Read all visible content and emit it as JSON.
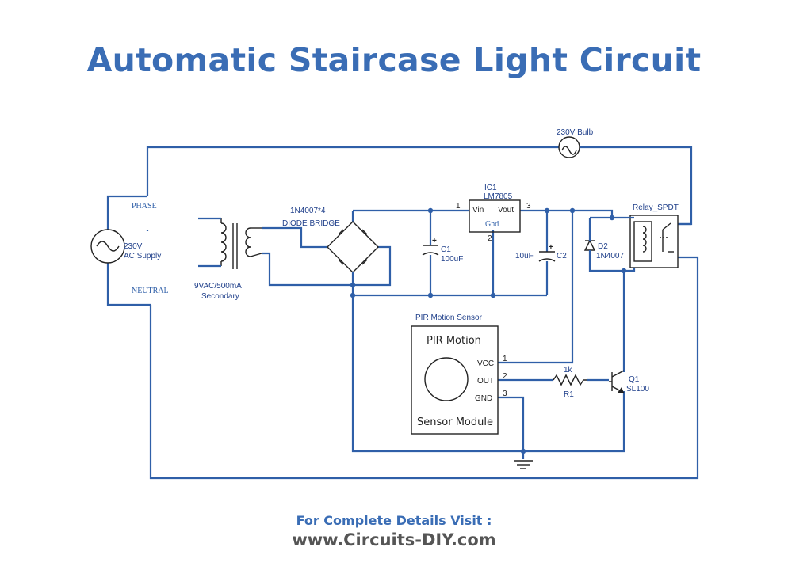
{
  "title": "Automatic Staircase Light Circuit",
  "footer": {
    "line1": "For Complete Details Visit :",
    "line2": "www.Circuits-DIY.com"
  },
  "labels": {
    "bulb": "230V Bulb",
    "phase": "PHASE",
    "neutral": "NEUTRAL",
    "ac_volt": "230V",
    "ac_supply": "AC Supply",
    "transformer_1": "9VAC/500mA",
    "transformer_2": "Secondary",
    "bridge_1": "1N4007*4",
    "bridge_2": "DIODE BRIDGE",
    "ic1": "IC1",
    "ic1_part": "LM7805",
    "vin": "Vin",
    "vout": "Vout",
    "gnd": "Gnd",
    "pin1": "1",
    "pin2": "2",
    "pin3": "3",
    "c1": "C1",
    "c1_val": "100uF",
    "c2": "C2",
    "c2_val": "10uF",
    "relay": "Relay_SPDT",
    "d2": "D2",
    "d2_part": "1N4007",
    "pir_caption": "PIR Motion Sensor",
    "pir_title": "PIR Motion",
    "pir_sub": "Sensor Module",
    "vcc": "VCC",
    "out": "OUT",
    "gnd_pin": "GND",
    "r1": "R1",
    "r1_val": "1k",
    "q1": "Q1",
    "q1_part": "SL100"
  },
  "colors": {
    "title": "#3a6db5",
    "wire": "#2f5fa8",
    "component": "#222222",
    "footer_url": "#555555"
  }
}
